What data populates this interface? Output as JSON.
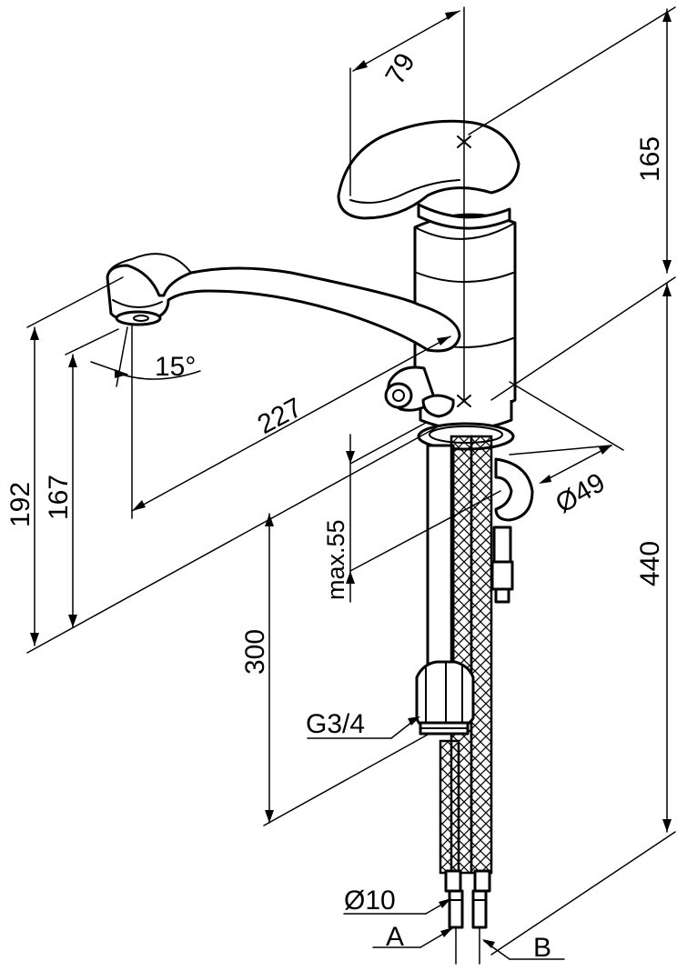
{
  "dimensions": {
    "handle_offset": "79",
    "top_height": "165",
    "total_height": "440",
    "spout_angle": "15°",
    "spout_reach": "227",
    "spout_height_outer": "192",
    "spout_height_inner": "167",
    "deck_thickness_max": "max.55",
    "base_diameter": "Ø49",
    "hose_length": "300",
    "thread_size": "G3/4",
    "hose_diameter": "Ø10"
  },
  "labels": {
    "connection_a": "A",
    "connection_b": "B"
  }
}
